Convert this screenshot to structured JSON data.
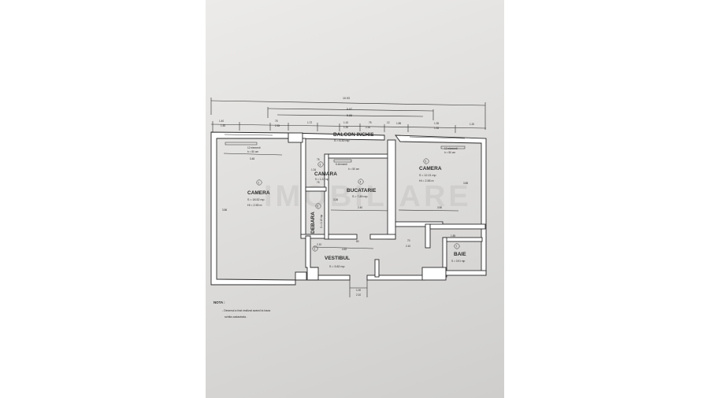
{
  "dimensions": {
    "overall": "10.93",
    "top_inner_a": "5.97",
    "top_inner_b": "5.88",
    "seg_1_40": "1.40",
    "seg_1_50": "1.50",
    "seg_75_a": "75",
    "seg_2_35": "2.35",
    "seg_1_72": "1.72",
    "seg_1_10": "1.10",
    "seg_1_30": "1.30",
    "seg_75_b": "75",
    "seg_2_30": "2.30",
    "seg_12": "12",
    "seg_1_85": "1.85",
    "seg_1_35_a": "1.35",
    "seg_1_35_b": "1.35",
    "seg_1_20": "1.20",
    "left_width": "3.48",
    "left_height": "3.86",
    "kitchen_width": "2.40",
    "kitchen_height": "3.26",
    "right_width": "3.50",
    "right_height": "3.85",
    "hall_width": "4.52",
    "door_80": "80",
    "door_2_10": "2.10",
    "door_70": "70",
    "door_2_10_b": "2.10",
    "entry_1_00": "1.00",
    "entry_2_10": "2.10",
    "bath_dim": "1.85",
    "camara_75": "75",
    "camara_1_34": "1.34",
    "camara_75b": "75"
  },
  "rooms": {
    "balcony": {
      "name": "BALCON INCHIS",
      "area": "S = 6.30 mp"
    },
    "camera_left": {
      "num": "2",
      "name": "CAMERA",
      "area": "S = 18.52 mp",
      "height": "Hl = 2.55 m",
      "heater": "12 elementi",
      "heater_h": "h = 50 cm"
    },
    "camara": {
      "num": "3",
      "name": "CAMARA",
      "area": "S = 1.22 mp"
    },
    "kitchen": {
      "num": "4",
      "name": "BUCATARIE",
      "area": "S = 7.89 mp",
      "heater": "6 elementi",
      "heater_h": "h = 50 cm"
    },
    "camera_right": {
      "num": "5",
      "name": "CAMERA",
      "area": "S = 12.21 mp",
      "height": "Hl = 2.55 m",
      "heater": "12 elementi",
      "heater_h": "h = 50 cm"
    },
    "debara": {
      "num": "6",
      "name": "DEBARA",
      "area": "S = 1.13 mp"
    },
    "vestibul": {
      "num": "1",
      "name": "VESTIBUL",
      "area": "S = 5.82 mp"
    },
    "baie": {
      "num": "7",
      "name": "BAIE",
      "area": "S = 3.91 mp"
    }
  },
  "watermark": "IMOBILIARE",
  "note": {
    "title": "NOTA :",
    "line1": "- Desenul a fost realizat avand la baza",
    "line2": "schita cadastrala ."
  },
  "colors": {
    "paper": "#e3e2e0",
    "ink": "#2b2b2b",
    "wall_fill": "#ffffff"
  }
}
